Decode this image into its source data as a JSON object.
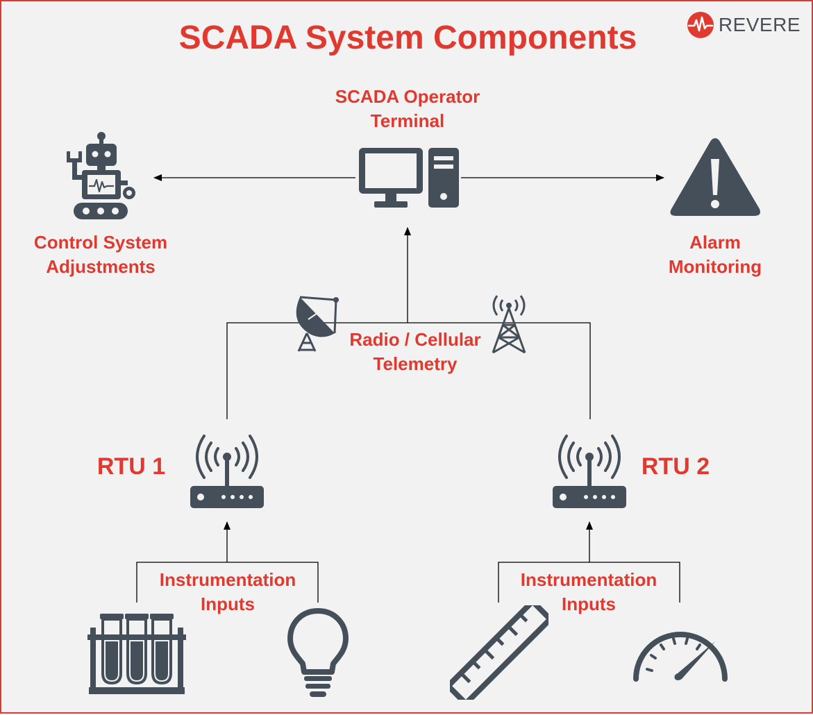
{
  "title": "SCADA System Components",
  "brand": {
    "name": "REVERE",
    "logo_icon": "heartbeat-logo-icon",
    "logo_color": "#e03a30"
  },
  "colors": {
    "accent": "#e03a30",
    "icon": "#454f59",
    "background": "#f2f2f2",
    "line": "#000000"
  },
  "nodes": {
    "operator_terminal": {
      "label_line1": "SCADA Operator",
      "label_line2": "Terminal",
      "icon": "desktop-computer-icon"
    },
    "control_system": {
      "label_line1": "Control System",
      "label_line2": "Adjustments",
      "icon": "robot-icon"
    },
    "alarm": {
      "label_line1": "Alarm",
      "label_line2": "Monitoring",
      "icon": "warning-icon"
    },
    "telemetry": {
      "label_line1": "Radio / Cellular",
      "label_line2": "Telemetry",
      "icons": [
        "satellite-dish-icon",
        "radio-tower-icon"
      ]
    },
    "rtu1": {
      "label": "RTU 1",
      "icon": "wireless-router-icon"
    },
    "rtu2": {
      "label": "RTU 2",
      "icon": "wireless-router-icon"
    },
    "inputs1": {
      "label_line1": "Instrumentation",
      "label_line2": "Inputs",
      "icons": [
        "test-tubes-icon",
        "light-bulb-icon"
      ]
    },
    "inputs2": {
      "label_line1": "Instrumentation",
      "label_line2": "Inputs",
      "icons": [
        "ruler-icon",
        "speedometer-icon"
      ]
    }
  }
}
